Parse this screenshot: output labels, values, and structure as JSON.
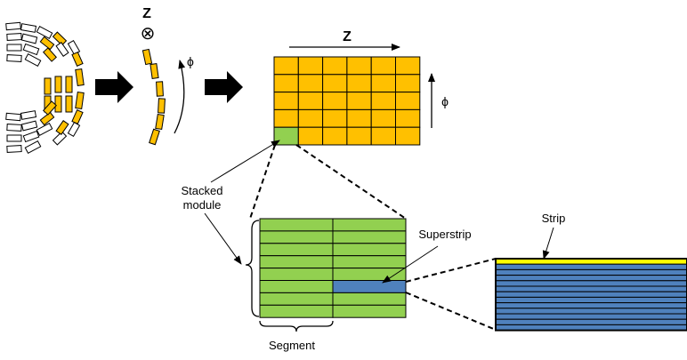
{
  "labels": {
    "z_axis_side": "Z",
    "z_axis_top": "Z",
    "phi_side": "ϕ",
    "phi_right": "ϕ",
    "into_page_symbol": "⊗",
    "stacked_module_line1": "Stacked",
    "stacked_module_line2": "module",
    "superstrip": "Superstrip",
    "segment": "Segment",
    "strip": "Strip"
  },
  "colors": {
    "module_orange": "#ffc000",
    "module_green": "#92d050",
    "superstrip_blue": "#4f81bd",
    "strip_yellow": "#ffff00",
    "outline": "#000000"
  },
  "grids": {
    "orange_grid": {
      "columns": 6,
      "rows": 5,
      "highlighted_cell": "bottom-left"
    },
    "green_grid": {
      "columns": 2,
      "rows": 8,
      "highlighted_cell": "right column, 6th row"
    },
    "strip_stack": {
      "strips": 13,
      "highlighted_strip": "top"
    }
  }
}
